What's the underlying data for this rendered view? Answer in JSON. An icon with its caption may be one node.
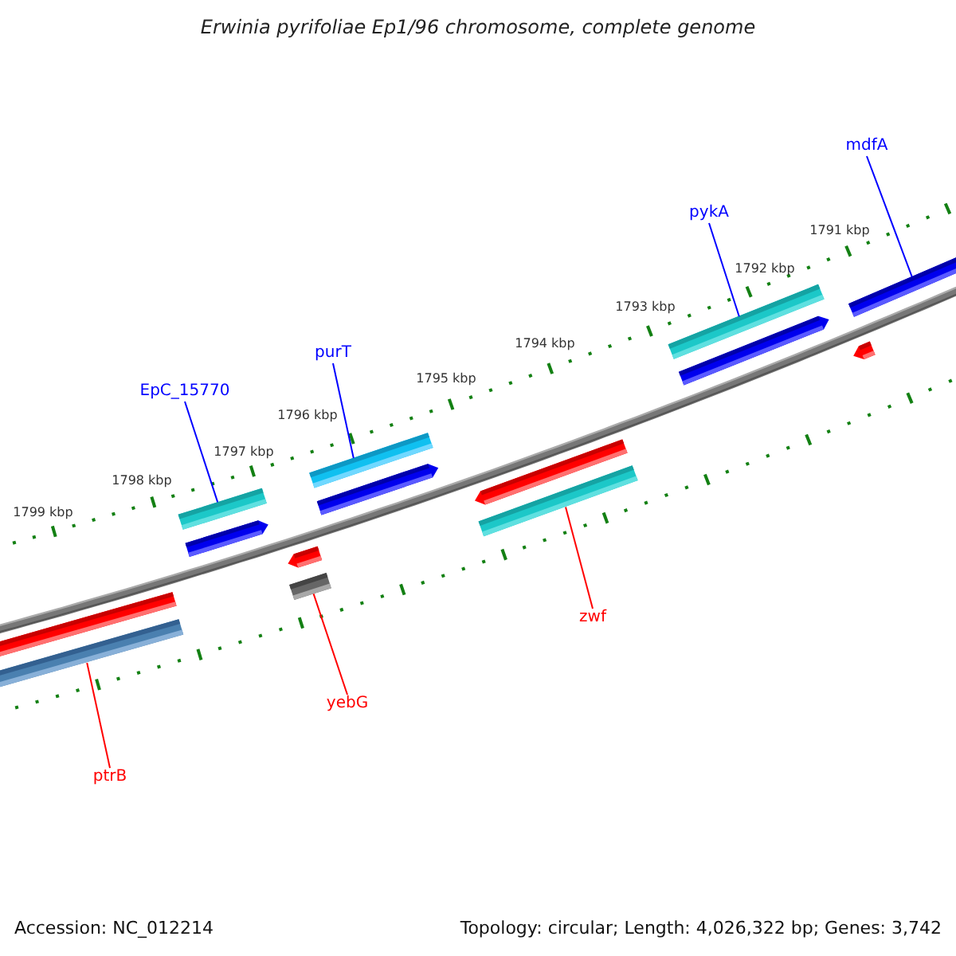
{
  "diagram": {
    "title": "Erwinia pyrifoliae Ep1/96 chromosome, complete genome",
    "nodes": [
      {
        "text": [
          "EpC_15770"
        ]
      },
      {
        "text": [
          "purT"
        ]
      },
      {
        "text": [
          "pykA"
        ]
      },
      {
        "text": [
          "mdfA"
        ]
      },
      {
        "text": [
          "zwf"
        ]
      },
      {
        "text": [
          "yebG"
        ]
      },
      {
        "text": [
          "ptrB"
        ]
      },
      {
        "text": [],
        "shape": "bar"
      },
      {
        "text": [],
        "shape": "bar"
      },
      {
        "text": [],
        "shape": "bar"
      },
      {
        "text": [],
        "shape": "bar"
      },
      {
        "text": [],
        "shape": "bar"
      },
      {
        "text": [],
        "shape": "bar"
      },
      {
        "text": [],
        "shape": "bar"
      }
    ],
    "edges": [
      {
        "from": 0,
        "to": 7,
        "arrow": "none"
      },
      {
        "from": 1,
        "to": 8,
        "arrow": "none"
      },
      {
        "from": 2,
        "to": 9,
        "arrow": "none"
      },
      {
        "from": 3,
        "to": 10,
        "arrow": "none"
      },
      {
        "from": 4,
        "to": 11,
        "arrow": "none",
        "color": "#ff0000"
      },
      {
        "from": 5,
        "to": 12,
        "arrow": "none",
        "color": "#ff0000"
      },
      {
        "from": 6,
        "to": 13,
        "arrow": "none",
        "color": "#ff0000"
      }
    ],
    "labels": [
      "1799 kbp",
      "1798 kbp",
      "1797 kbp",
      "1796 kbp",
      "1795 kbp",
      "1794 kbp",
      "1793 kbp",
      "1792 kbp",
      "1791 kbp",
      "Accession: NC_012214",
      "Topology: circular; Length: 4,026,322 bp; Genes: 3,742"
    ]
  }
}
